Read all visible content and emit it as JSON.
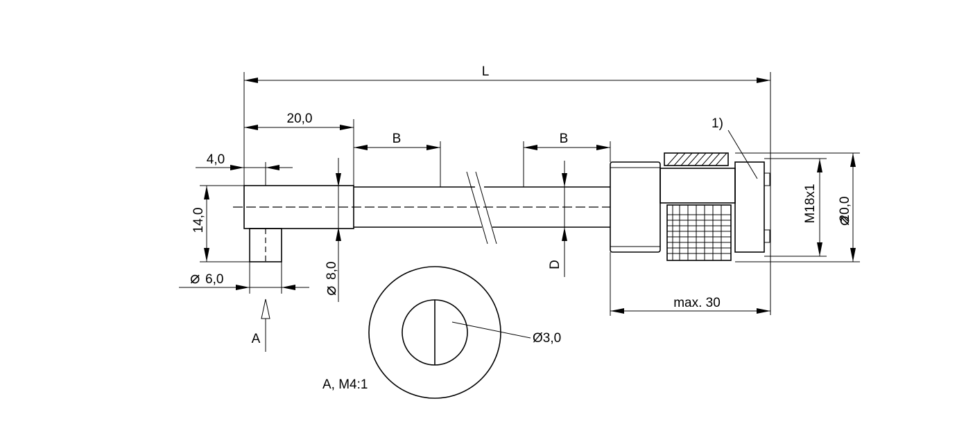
{
  "drawing": {
    "dimensions": {
      "overall_length": "L",
      "head_length": "20,0",
      "pin_offset": "4,0",
      "head_height": "14,0",
      "pin_diameter": "6,0",
      "tube_diameter": "8,0",
      "length_b_left": "B",
      "length_b_right": "B",
      "diameter_d": "D",
      "connector_length": "max. 30",
      "thread": "M18x1",
      "connector_diameter": "20,0",
      "hole_diameter": "Ø3,0"
    },
    "callouts": {
      "note_1": "1)",
      "view_arrow": "A",
      "detail_view": "A, M4:1"
    },
    "symbols": {
      "diameter": "⌀"
    }
  }
}
